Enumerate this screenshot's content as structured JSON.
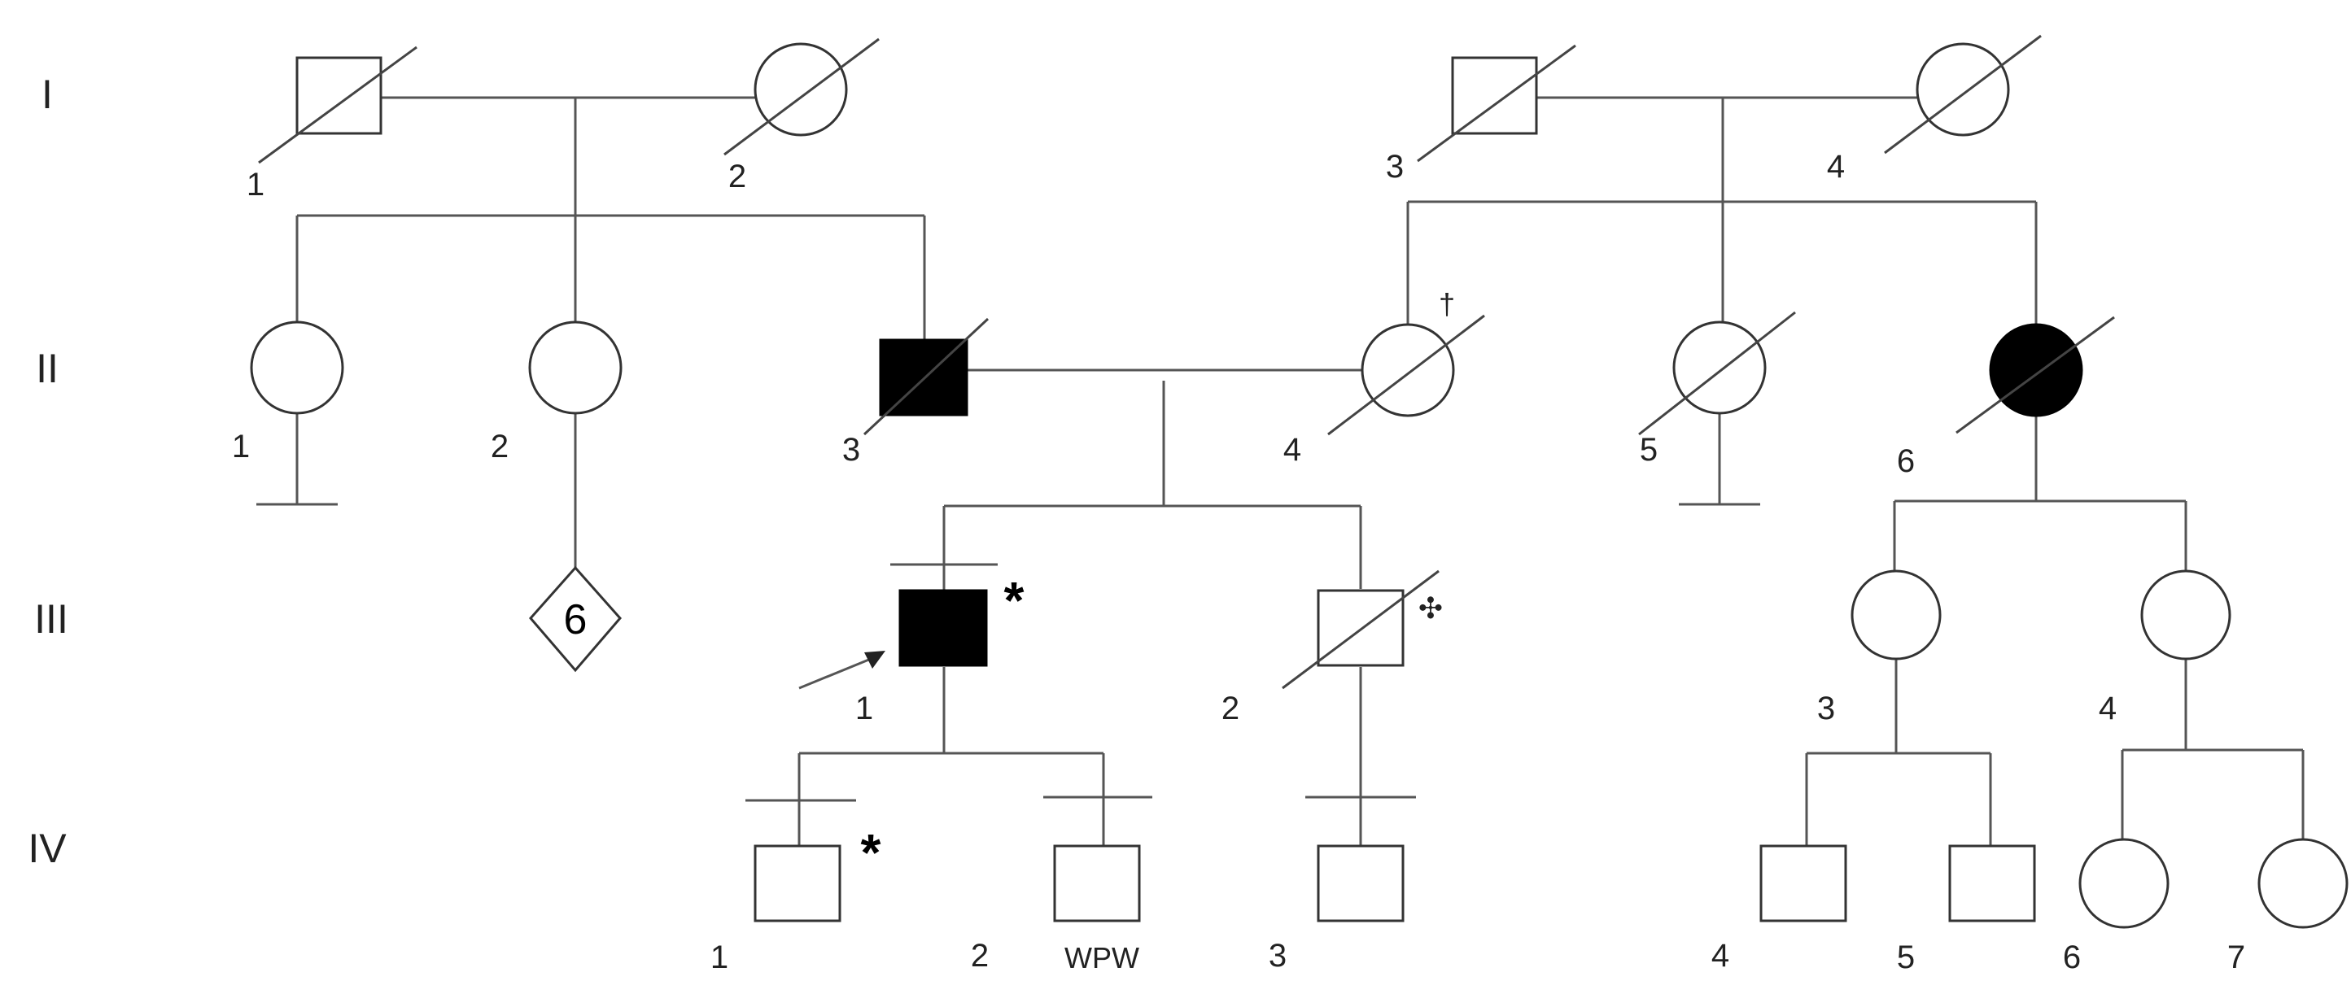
{
  "generations": [
    "I",
    "II",
    "III",
    "IV"
  ],
  "individuals": {
    "I": [
      {
        "id": "1",
        "sex": "male",
        "deceased": true,
        "affected": false
      },
      {
        "id": "2",
        "sex": "female",
        "deceased": true,
        "affected": false
      },
      {
        "id": "3",
        "sex": "male",
        "deceased": true,
        "affected": false
      },
      {
        "id": "4",
        "sex": "female",
        "deceased": true,
        "affected": false
      }
    ],
    "II": [
      {
        "id": "1",
        "sex": "female",
        "deceased": false,
        "affected": false,
        "no_offspring": true
      },
      {
        "id": "2",
        "sex": "female",
        "deceased": false,
        "affected": false
      },
      {
        "id": "3",
        "sex": "male",
        "deceased": true,
        "affected": true
      },
      {
        "id": "4",
        "sex": "female",
        "deceased": true,
        "affected": false
      },
      {
        "id": "5",
        "sex": "female",
        "deceased": true,
        "affected": false,
        "no_offspring": true
      },
      {
        "id": "6",
        "sex": "female",
        "deceased": true,
        "affected": true
      }
    ],
    "III": [
      {
        "id": "1",
        "sex": "male",
        "affected": true,
        "proband": true,
        "evaluated": true,
        "marker": "*"
      },
      {
        "id": "2",
        "sex": "male",
        "deceased": true,
        "affected": false,
        "marker": "✣"
      },
      {
        "id": "3",
        "sex": "female",
        "affected": false
      },
      {
        "id": "4",
        "sex": "female",
        "affected": false
      },
      {
        "group": "6",
        "sex": "unknown"
      }
    ],
    "IV": [
      {
        "id": "1",
        "sex": "male",
        "evaluated": true,
        "marker": "*"
      },
      {
        "id": "2",
        "sex": "male",
        "evaluated": true,
        "note": "WPW"
      },
      {
        "id": "3",
        "sex": "male",
        "evaluated": true
      },
      {
        "id": "4",
        "sex": "male"
      },
      {
        "id": "5",
        "sex": "male"
      },
      {
        "id": "6",
        "sex": "female"
      },
      {
        "id": "7",
        "sex": "female"
      }
    ]
  },
  "markers": {
    "star": "*",
    "four_diamonds": "✣",
    "dagger": "†"
  },
  "group_count": "6",
  "notes": {
    "wpw": "WPW"
  },
  "colors": {
    "affected": "#000000",
    "unaffected": "#ffffff",
    "line": "#555555"
  }
}
